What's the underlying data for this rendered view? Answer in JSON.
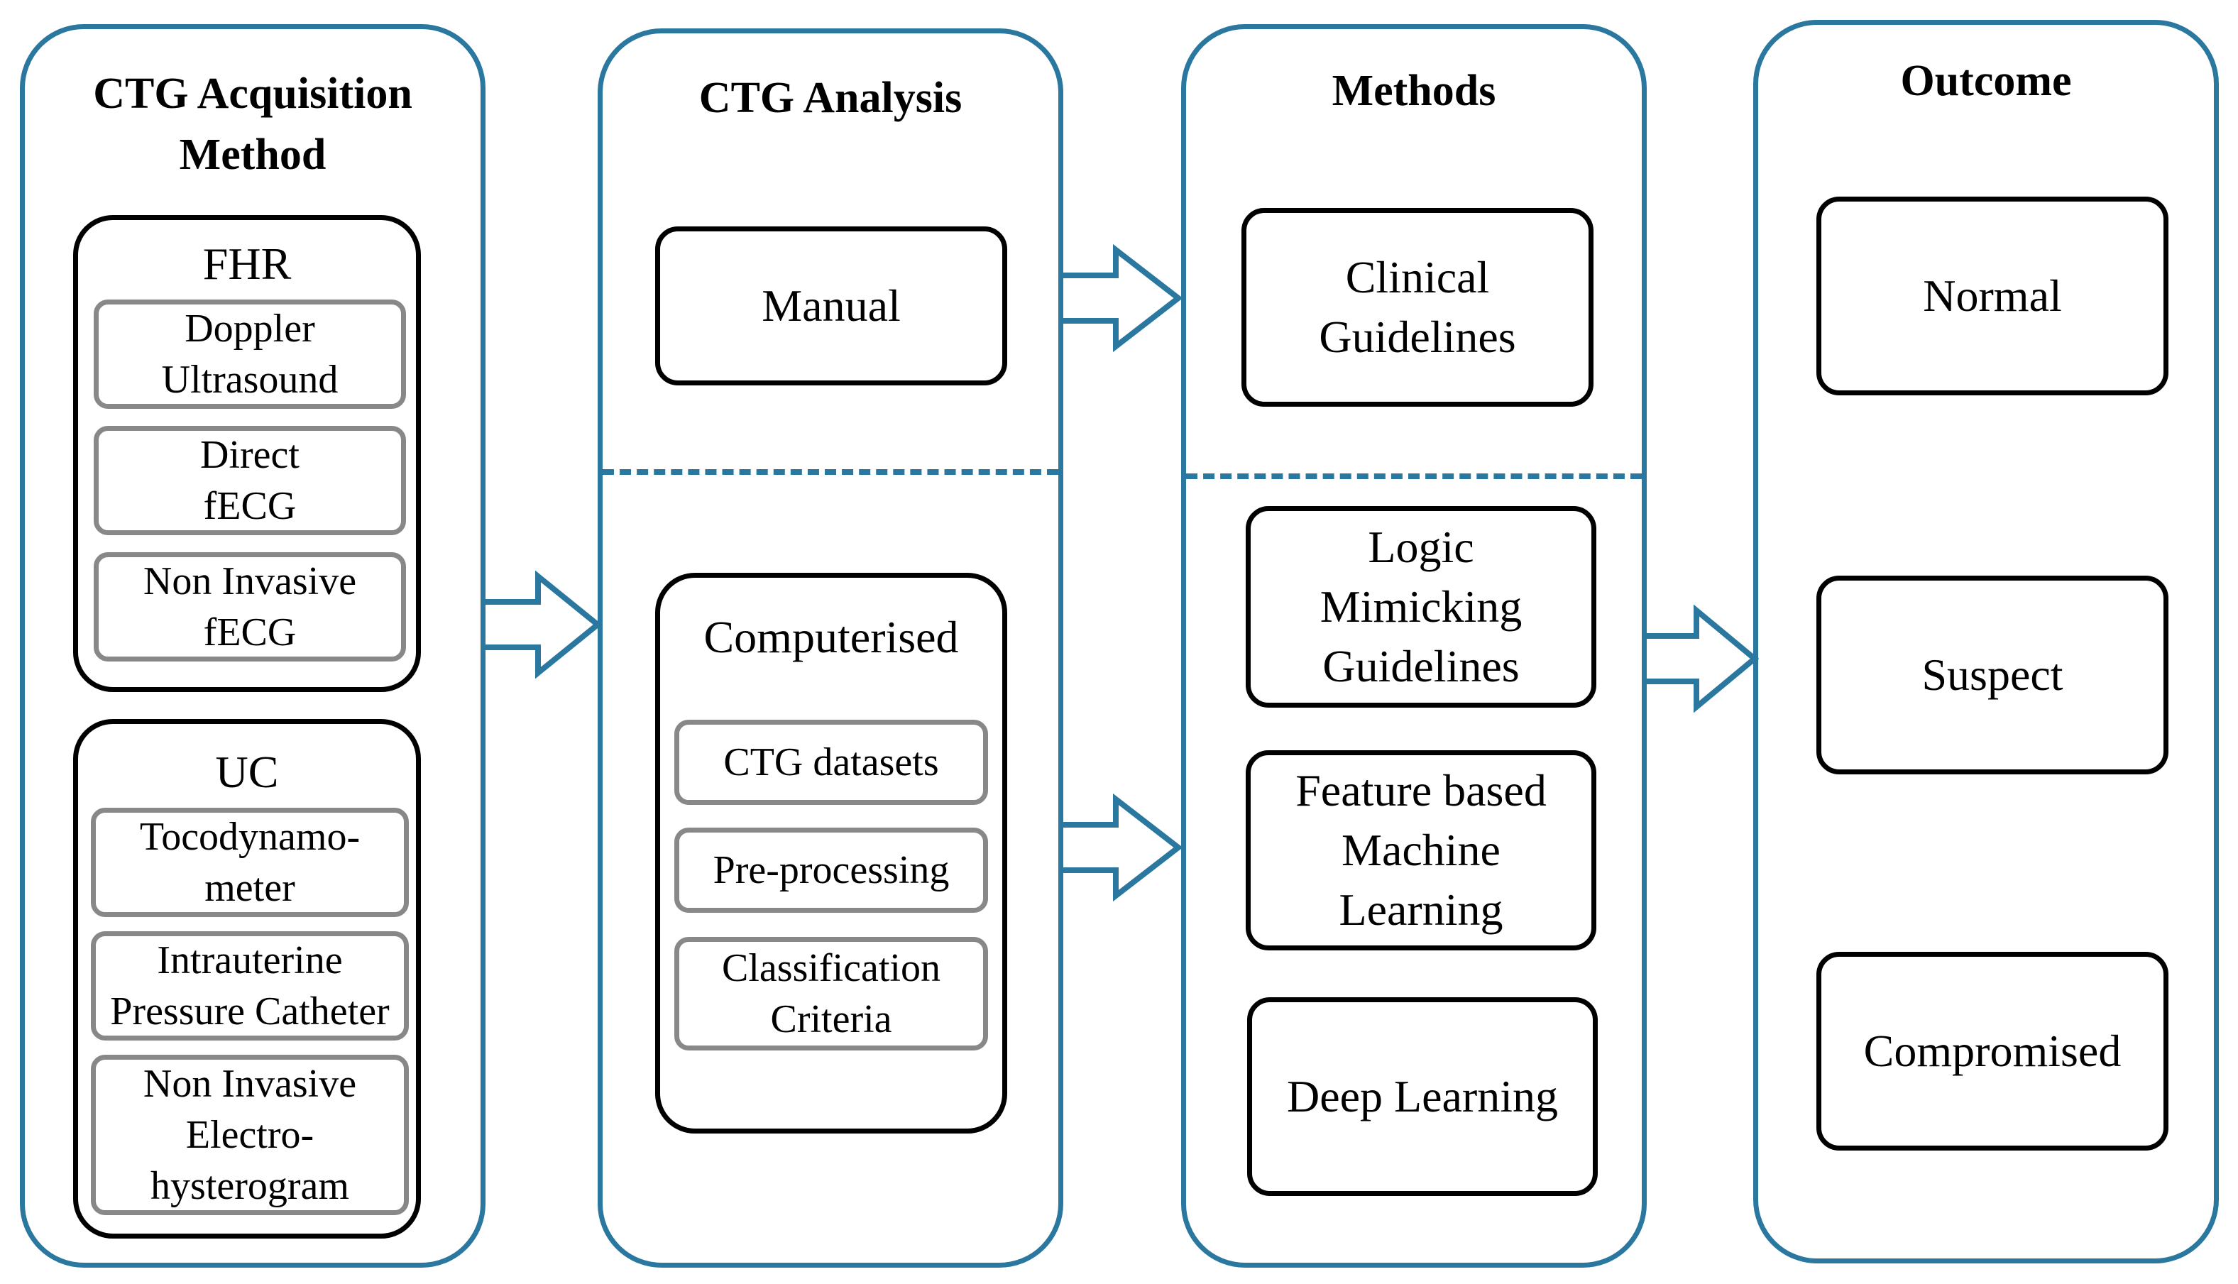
{
  "colors": {
    "column_border": "#2a77a0",
    "box_border": "#000000",
    "sub_border": "#888888"
  },
  "columns": [
    {
      "title": "CTG Acquisition\nMethod",
      "groups": [
        {
          "label": "FHR",
          "items": [
            "Doppler\nUltrasound",
            "Direct\nfECG",
            "Non Invasive\nfECG"
          ]
        },
        {
          "label": "UC",
          "items": [
            "Tocodynamo-\nmeter",
            "Intrauterine\nPressure Catheter",
            "Non Invasive\nElectro-\nhysterogram"
          ]
        }
      ]
    },
    {
      "title": "CTG Analysis",
      "manual": "Manual",
      "computerised": {
        "label": "Computerised",
        "items": [
          "CTG datasets",
          "Pre-processing",
          "Classification\nCriteria"
        ]
      }
    },
    {
      "title": "Methods",
      "boxes": [
        "Clinical\nGuidelines",
        "Logic\nMimicking\nGuidelines",
        "Feature based\nMachine\nLearning",
        "Deep Learning"
      ]
    },
    {
      "title": "Outcome",
      "boxes": [
        "Normal",
        "Suspect",
        "Compromised"
      ]
    }
  ],
  "arrows": [
    "acquisition-to-analysis",
    "manual-to-clinical-guidelines",
    "computerised-to-methods",
    "methods-to-outcome"
  ]
}
